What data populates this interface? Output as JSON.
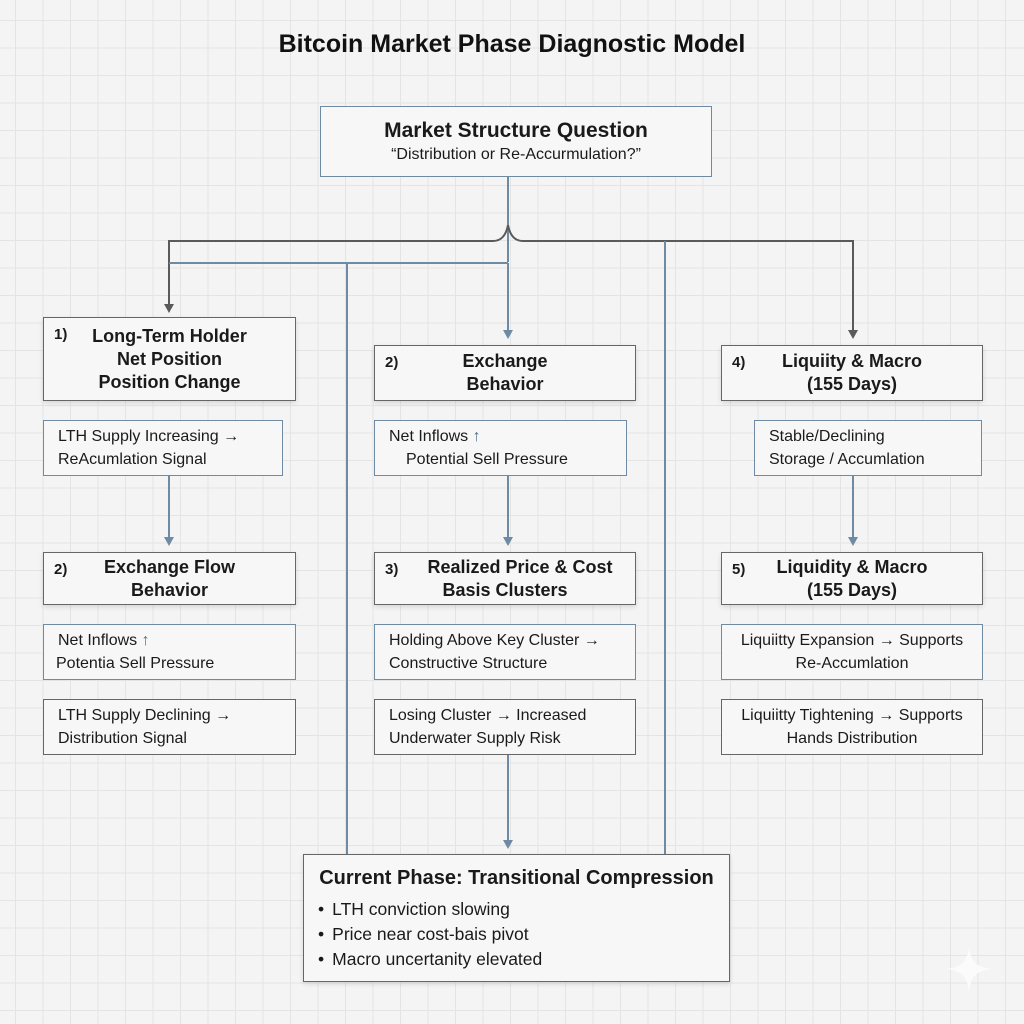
{
  "title": "Bitcoin Market Phase Diagnostic Model",
  "root": {
    "heading": "Market Structure Question",
    "subheading": "“Distribution or Re-Accurmulation?”"
  },
  "columns": [
    {
      "header": {
        "number": "1)",
        "lines": [
          "Long-Term Holder",
          "Net Position",
          "Position Change"
        ]
      },
      "signal": {
        "line1": "LTH Supply Increasing →",
        "line2": "ReAcumlation Signal"
      },
      "sub_header": {
        "number": "2)",
        "lines": [
          "Exchange Flow",
          "Behavior"
        ]
      },
      "notes": [
        {
          "line1": "Net Inflows",
          "arrow": "↑",
          "line2": "Potentia Sell Pressure"
        },
        {
          "line1": "LTH Supply Declining →",
          "line2": "Distribution Signal"
        }
      ]
    },
    {
      "header": {
        "number": "2)",
        "lines": [
          "Exchange",
          "Behavior"
        ]
      },
      "signal": {
        "line1": "Net Inflows",
        "arrow": "↑",
        "line2": "Potential Sell Pressure"
      },
      "sub_header": {
        "number": "3)",
        "lines": [
          "Realized Price & Cost",
          "Basis Clusters"
        ]
      },
      "notes": [
        {
          "line1": "Holding Above Key Cluster →",
          "line2": "Constructive Structure"
        },
        {
          "line1": "Losing Cluster → Increased",
          "line2": "Underwater Supply Risk"
        }
      ]
    },
    {
      "header": {
        "number": "4)",
        "lines": [
          "Liquiity & Macro",
          "(155 Days)"
        ]
      },
      "signal": {
        "line1": "Stable/Declining",
        "line2": "Storage / Accumlation"
      },
      "sub_header": {
        "number": "5)",
        "lines": [
          "Liquidity & Macro",
          "(155 Days)"
        ]
      },
      "notes": [
        {
          "line1": "Liquiitty Expansion → Supports",
          "line2": "Re-Accumlation"
        },
        {
          "line1": "Liquiitty Tightening → Supports",
          "line2": "Hands Distribution"
        }
      ]
    }
  ],
  "conclusion": {
    "heading": "Current Phase: Transitional Compression",
    "bullets": [
      "LTH conviction slowing",
      "Price near cost-bais pivot",
      "Macro uncertanity elevated"
    ]
  },
  "colors": {
    "blue_line": "#6e8ba3",
    "dark_line": "#5a5a5a"
  }
}
